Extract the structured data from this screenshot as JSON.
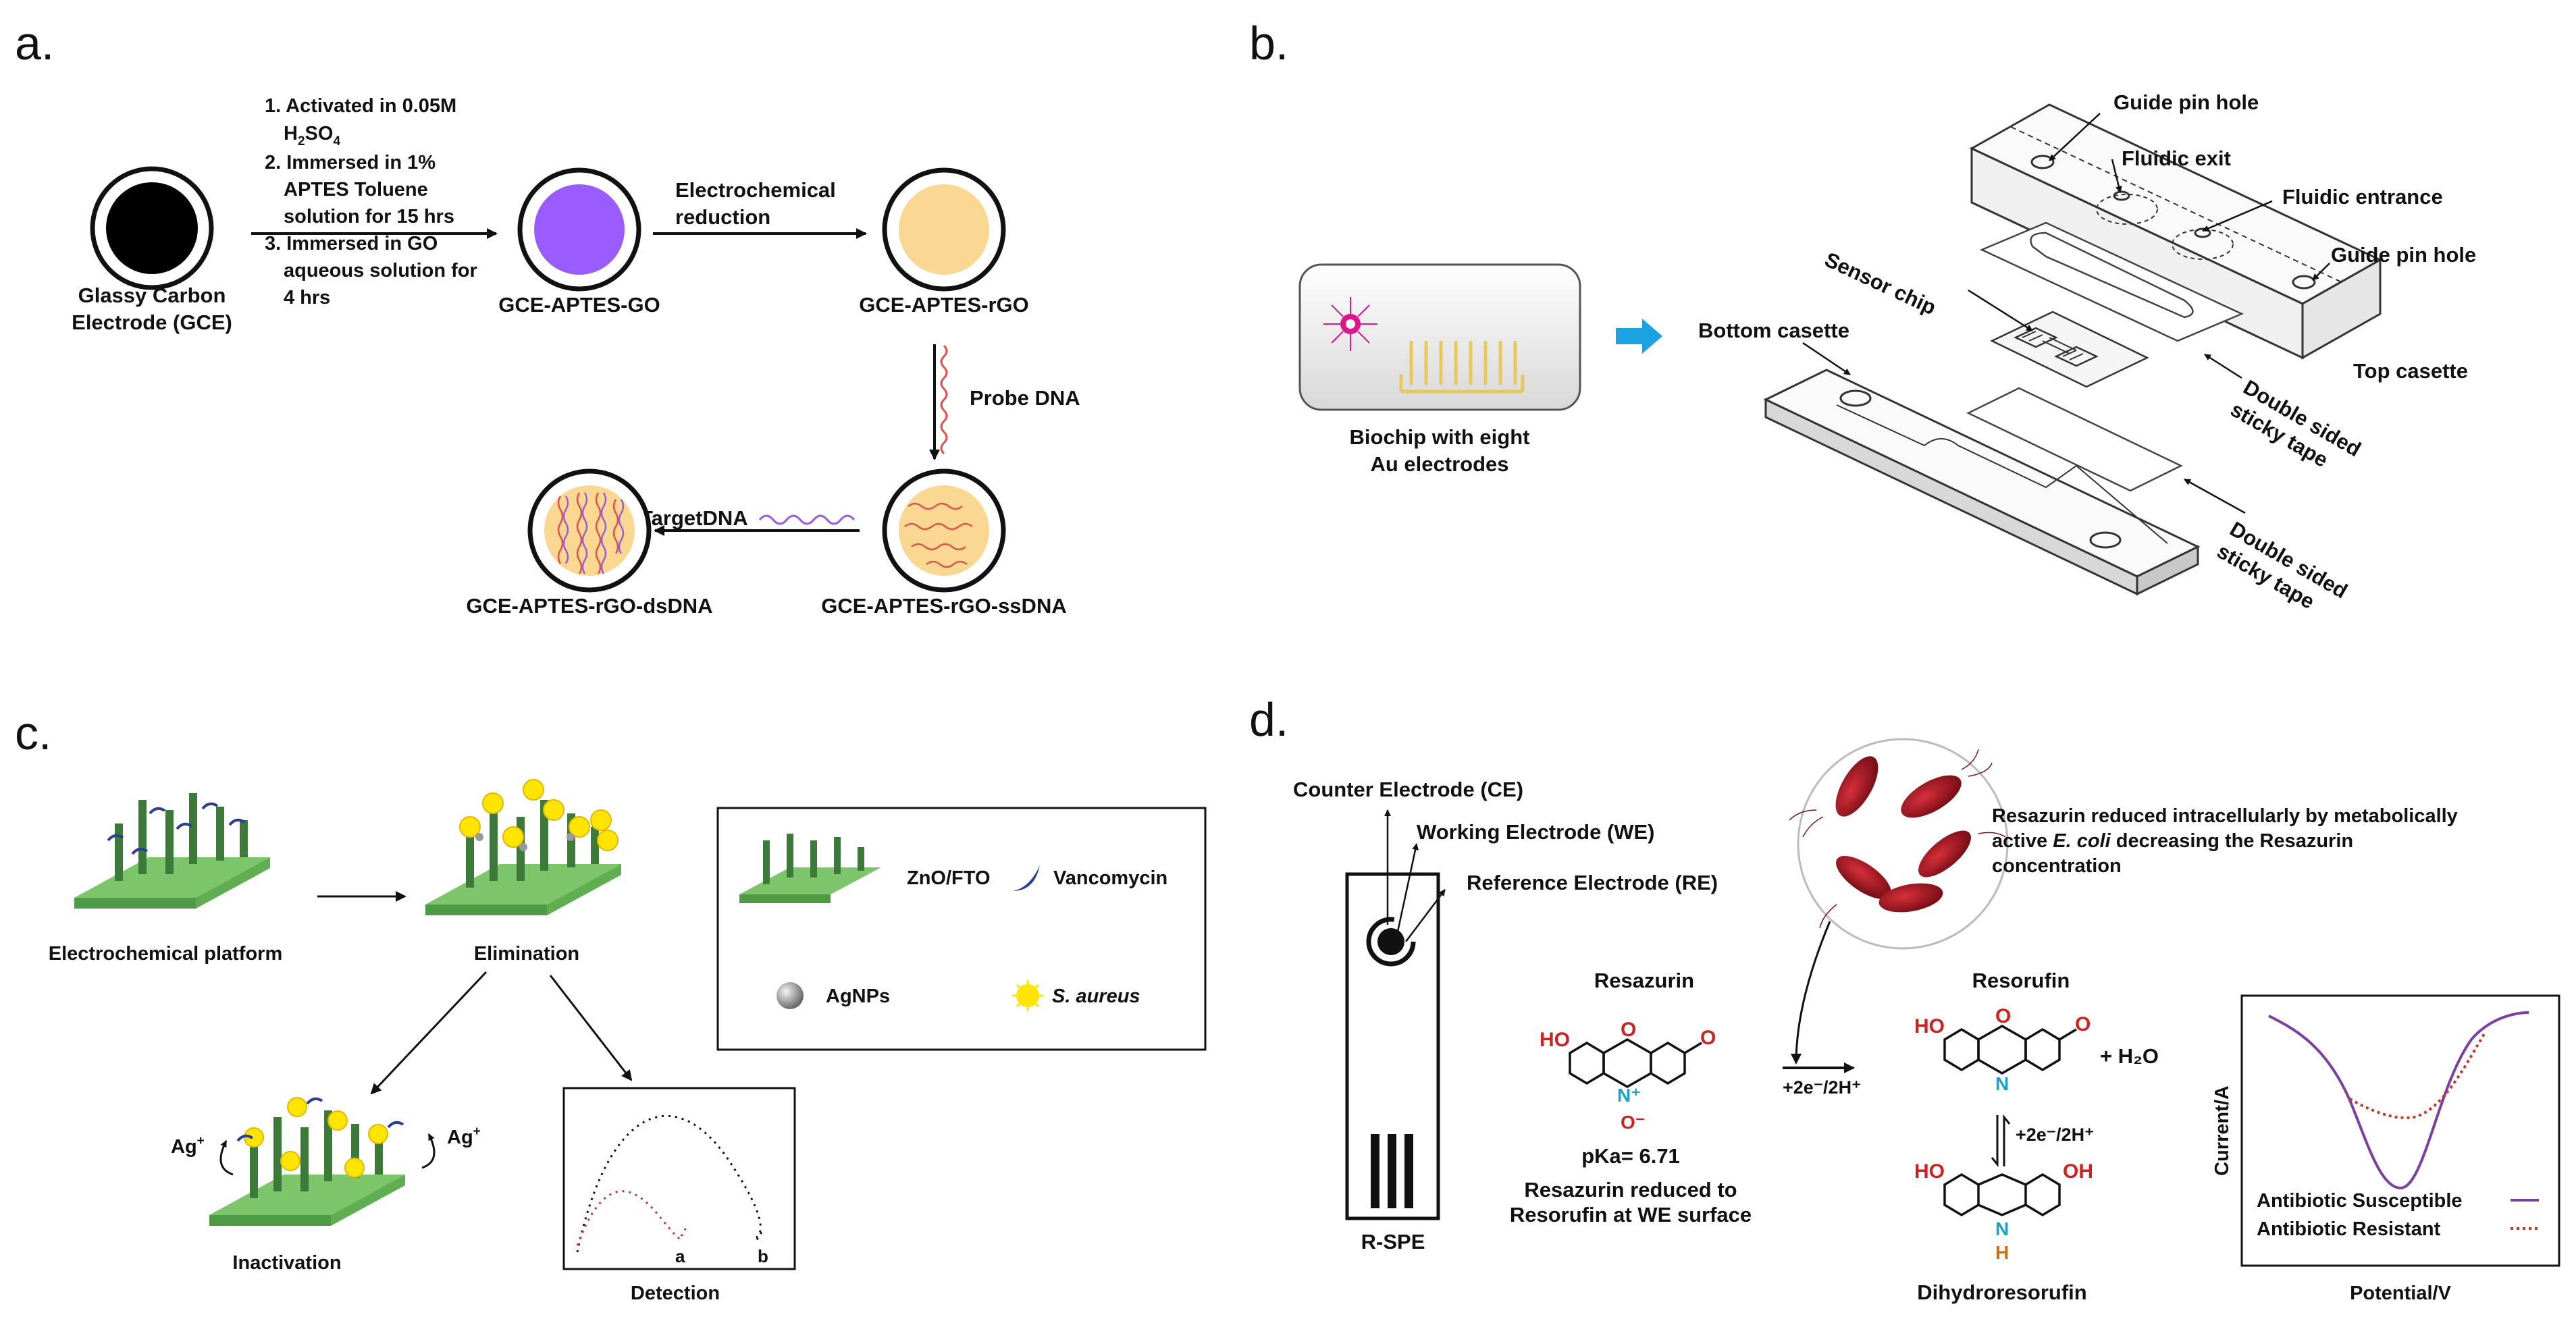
{
  "panel_a": {
    "letter": "a.",
    "gce_label_1": "Glassy Carbon",
    "gce_label_2": "Electrode (GCE)",
    "step1_a": "1. Activated in 0.05M",
    "step1_b": "H",
    "step1_b2": "2",
    "step1_b3": "SO",
    "step1_b4": "4",
    "step2_a": "2. Immersed in 1%",
    "step2_b": "APTES Toluene",
    "step2_c": "solution for 15 hrs",
    "step3_a": "3. Immersed in GO",
    "step3_b": "aqueous solution for",
    "step3_c": "4 hrs",
    "go_label": "GCE-APTES-GO",
    "reduction_1": "Electrochemical",
    "reduction_2": "reduction",
    "rgo_label": "GCE-APTES-rGO",
    "probe": "Probe DNA",
    "ssdna_label": "GCE-APTES-rGO-ssDNA",
    "target": "TargetDNA",
    "dsdna_label": "GCE-APTES-rGO-dsDNA",
    "colors": {
      "go": "#9b5cff",
      "rgo": "#fad892",
      "dna_red": "#d9534f",
      "dna_purple": "#9a5bd8"
    }
  },
  "panel_b": {
    "letter": "b.",
    "biochip_1": "Biochip with eight",
    "biochip_2": "Au electrodes",
    "bottom_casette": "Bottom casette",
    "sensor_chip": "Sensor chip",
    "guide_pin_1": "Guide pin hole",
    "fluidic_exit": "Fluidic exit",
    "fluidic_entrance": "Fluidic entrance",
    "guide_pin_2": "Guide pin hole",
    "top_casette": "Top casette",
    "tape_1a": "Double sided",
    "tape_1b": "sticky tape",
    "tape_2a": "Double sided",
    "tape_2b": "sticky tape",
    "colors": {
      "arrow": "#1aa3e0",
      "electrode": "#e8c85a",
      "dot": "#e0148c"
    }
  },
  "panel_c": {
    "letter": "c.",
    "platform": "Electrochemical platform",
    "elimination": "Elimination",
    "inactivation": "Inactivation",
    "detection": "Detection",
    "ag_left": "Ag",
    "ag_right": "Ag",
    "ag_sup": "+",
    "legend_zno": "ZnO/FTO",
    "legend_vanco": "Vancomycin",
    "legend_agnps": "AgNPs",
    "legend_saureus": "S. aureus",
    "curve_a": "a",
    "curve_b": "b",
    "colors": {
      "base": "#7cc56a",
      "rod": "#3d7a3a",
      "bacteria": "#ffe500",
      "vanco": "#2a3f8f"
    }
  },
  "panel_d": {
    "letter": "d.",
    "ce": "Counter Electrode (CE)",
    "we": "Working Electrode (WE)",
    "re": "Reference Electrode (RE)",
    "rspe": "R-SPE",
    "resazurin": "Resazurin",
    "pka": "pKa= 6.71",
    "reduced_1": "Resazurin reduced to",
    "reduced_2": "Resorufin at WE surface",
    "bact_1": "Resazurin reduced intracellularly by metabolically",
    "bact_2a": "active ",
    "bact_2b": "E. coli",
    "bact_2c": " decreasing the Resazurin",
    "bact_3": "concentration",
    "resorufin": "Resorufin",
    "water": "+ H₂O",
    "step_e1": "+2e⁻/2H⁺",
    "step_e2": "+2e⁻/2H⁺",
    "dihydro": "Dihydroresorufin",
    "ylabel": "Current/A",
    "xlabel": "Potential/V",
    "legend_susceptible": "Antibiotic Susceptible",
    "legend_resistant": "Antibiotic Resistant",
    "ho": "HO",
    "oh": "OH",
    "o_atom": "O",
    "n_atom": "N",
    "h_atom": "H",
    "nplus": "N⁺",
    "ominus": "O⁻",
    "colors": {
      "oxygen": "#cc2222",
      "nitrogen": "#1aa3c9",
      "h": "#c8701a",
      "susceptible": "#7a3fa0",
      "resistant": "#c0392b",
      "bacteria": "#b3202a"
    }
  }
}
